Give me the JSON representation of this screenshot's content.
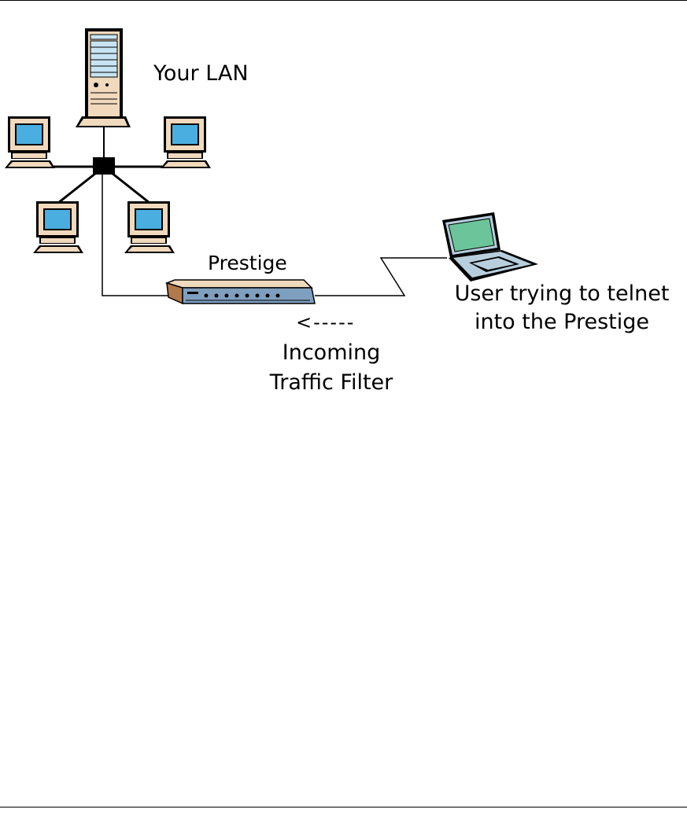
{
  "labels": {
    "lan": "Your LAN",
    "prestige": "Prestige",
    "user_line1": "User trying to telnet",
    "user_line2": "into the Prestige",
    "arrow": "<-----",
    "filter_line1": "Incoming",
    "filter_line2": "Traffic Filter"
  },
  "colors": {
    "monitor_screen": "#4aaee0",
    "monitor_case": "#f0d9bc",
    "server_panel": "#c7e4f3",
    "router_body": "#7f9fbf",
    "router_side": "#b27a4c",
    "laptop_screen": "#6cc49a",
    "laptop_body": "#b7cfdd"
  },
  "icons": [
    "server-icon",
    "desktop-computer-icon",
    "hub-icon",
    "router-icon",
    "laptop-icon"
  ]
}
